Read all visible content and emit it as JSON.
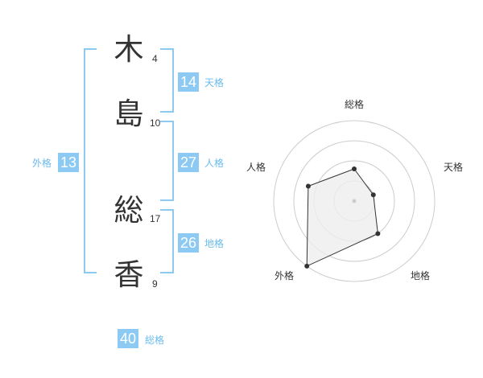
{
  "name": {
    "characters": [
      {
        "char": "木",
        "strokes": "4"
      },
      {
        "char": "島",
        "strokes": "10"
      },
      {
        "char": "総",
        "strokes": "17"
      },
      {
        "char": "香",
        "strokes": "9"
      }
    ]
  },
  "fortune": {
    "tenkaku": {
      "value": "14",
      "label": "天格"
    },
    "jinkaku": {
      "value": "27",
      "label": "人格"
    },
    "chikaku": {
      "value": "26",
      "label": "地格"
    },
    "gaikaku": {
      "value": "13",
      "label": "外格"
    },
    "soukaku": {
      "value": "40",
      "label": "総格"
    }
  },
  "radar": {
    "axes": [
      "総格",
      "天格",
      "地格",
      "外格",
      "人格"
    ],
    "levels": 4,
    "values": [
      1.6,
      1.0,
      2.0,
      4.0,
      2.4
    ],
    "max": 4,
    "colors": {
      "grid": "#cccccc",
      "fill": "#eeeeee",
      "line": "#333333",
      "point": "#333333",
      "center": "#cccccc"
    }
  },
  "colors": {
    "accent": "#8ccaf4",
    "accent_text": "#6bbbec"
  }
}
